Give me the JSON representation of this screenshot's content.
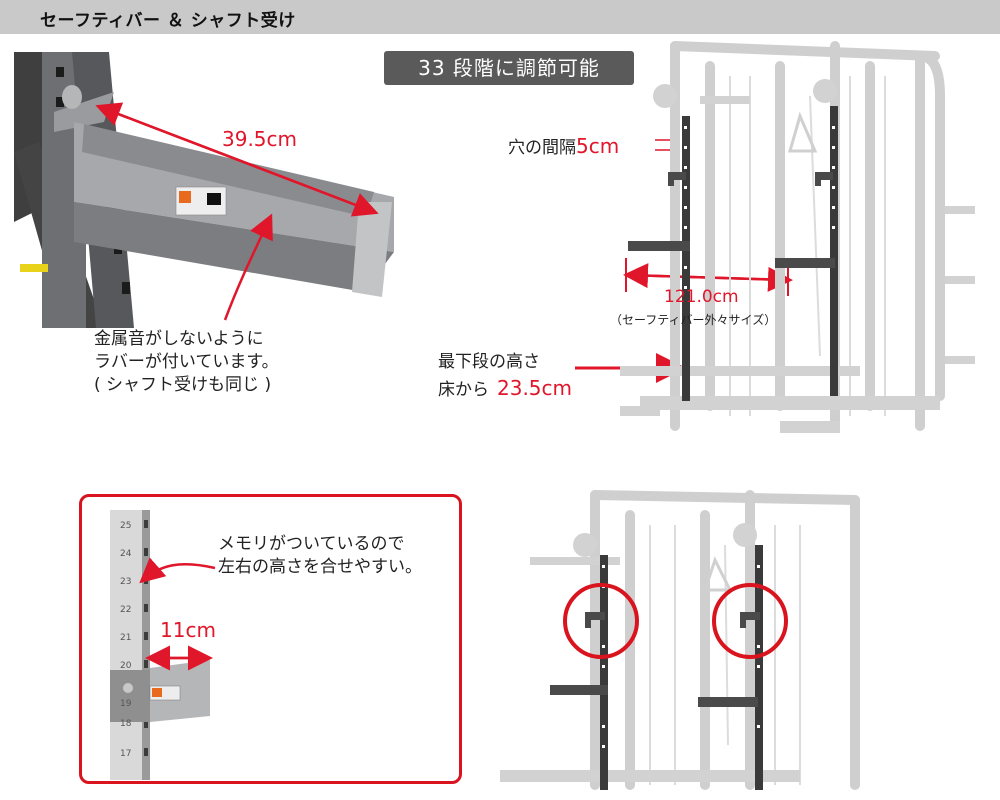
{
  "header": {
    "title": "セーフティバー ＆ シャフト受け"
  },
  "badge": {
    "label": "33 段階に調節可能"
  },
  "callouts": {
    "safety_bar_length": "39.5cm",
    "rubber_note": [
      "金属音がしないように",
      "ラバーが付いています。",
      "( シャフト受けも同じ )"
    ],
    "hole_spacing_label": "穴の間隔",
    "hole_spacing_value": "5cm",
    "outer_width_value": "121.0cm",
    "outer_width_note": "（セーフティバー外々サイズ）",
    "lowest_height_label": "最下段の高さ",
    "lowest_height_prefix": "床から",
    "lowest_height_value": "23.5cm",
    "memory_note": [
      "メモリがついているので",
      "左右の高さを合せやすい。"
    ],
    "hook_depth_value": "11cm"
  },
  "scale_numbers": [
    "25",
    "24",
    "23",
    "22",
    "21",
    "20",
    "19",
    "18",
    "17"
  ],
  "colors": {
    "accent_red": "#e0162b",
    "badge_bg": "#5a5a5a",
    "header_bg": "#c9c9c9"
  }
}
